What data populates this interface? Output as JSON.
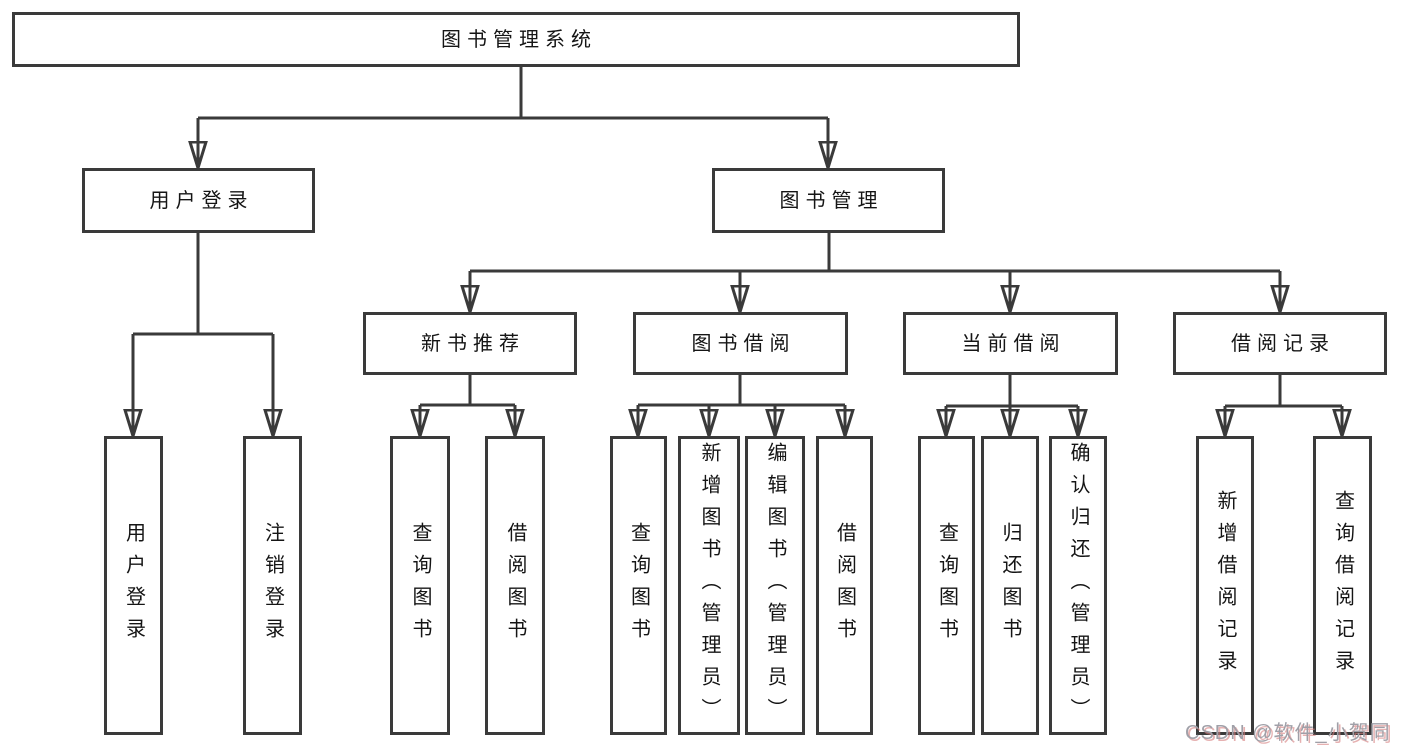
{
  "nodes": {
    "root": {
      "label": "图书管理系统"
    },
    "user_login": {
      "label": "用户登录"
    },
    "book_management": {
      "label": "图书管理"
    },
    "new_book_recommend": {
      "label": "新书推荐"
    },
    "book_borrow": {
      "label": "图书借阅"
    },
    "current_borrow": {
      "label": "当前借阅"
    },
    "borrow_record": {
      "label": "借阅记录"
    },
    "user_login_leaf": {
      "label": "用户登录"
    },
    "logout_leaf": {
      "label": "注销登录"
    },
    "query_book_recommend": {
      "label": "查询图书"
    },
    "borrow_book_recommend": {
      "label": "借阅图书"
    },
    "query_book_borrow": {
      "label": "查询图书"
    },
    "add_book_admin": {
      "label": "新增图书（管理员）"
    },
    "edit_book_admin": {
      "label": "编辑图书（管理员）"
    },
    "borrow_book_leaf": {
      "label": "借阅图书"
    },
    "query_book_current": {
      "label": "查询图书"
    },
    "return_book": {
      "label": "归还图书"
    },
    "confirm_return_admin": {
      "label": "确认归还（管理员）"
    },
    "add_borrow_record": {
      "label": "新增借阅记录"
    },
    "query_borrow_record": {
      "label": "查询借阅记录"
    }
  },
  "hierarchy": {
    "图书管理系统": [
      "用户登录",
      "图书管理"
    ],
    "用户登录": [
      "用户登录",
      "注销登录"
    ],
    "图书管理": [
      "新书推荐",
      "图书借阅",
      "当前借阅",
      "借阅记录"
    ],
    "新书推荐": [
      "查询图书",
      "借阅图书"
    ],
    "图书借阅": [
      "查询图书",
      "新增图书（管理员）",
      "编辑图书（管理员）",
      "借阅图书"
    ],
    "当前借阅": [
      "查询图书",
      "归还图书",
      "确认归还（管理员）"
    ],
    "借阅记录": [
      "新增借阅记录",
      "查询借阅记录"
    ]
  },
  "watermark": {
    "text": "CSDN @软件_小贺同学"
  },
  "colors": {
    "background": "#ffffff",
    "line": "#3a3a3a",
    "box_border": "#3a3a3a",
    "text": "#151515",
    "watermark_text": "#a0a0a8",
    "watermark_shadow": "#d67d7d"
  }
}
